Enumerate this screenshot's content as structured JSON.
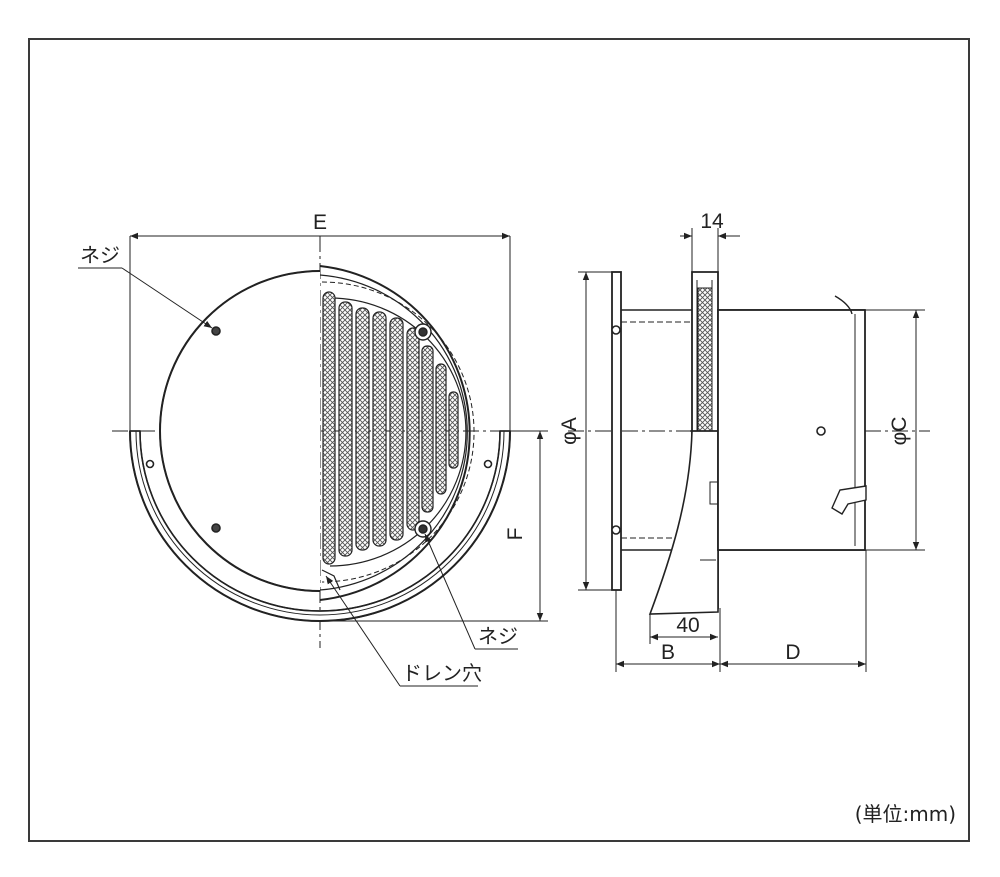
{
  "drawing": {
    "labels": {
      "dim_E": "E",
      "dim_F": "F",
      "dim_phiA": "φA",
      "dim_phiC": "φC",
      "dim_14": "14",
      "dim_40": "40",
      "dim_B": "B",
      "dim_D": "D",
      "screw_top": "ネジ",
      "screw_bottom": "ネジ",
      "drain_hole": "ドレン穴"
    },
    "unit_note": "(単位:mm)"
  }
}
